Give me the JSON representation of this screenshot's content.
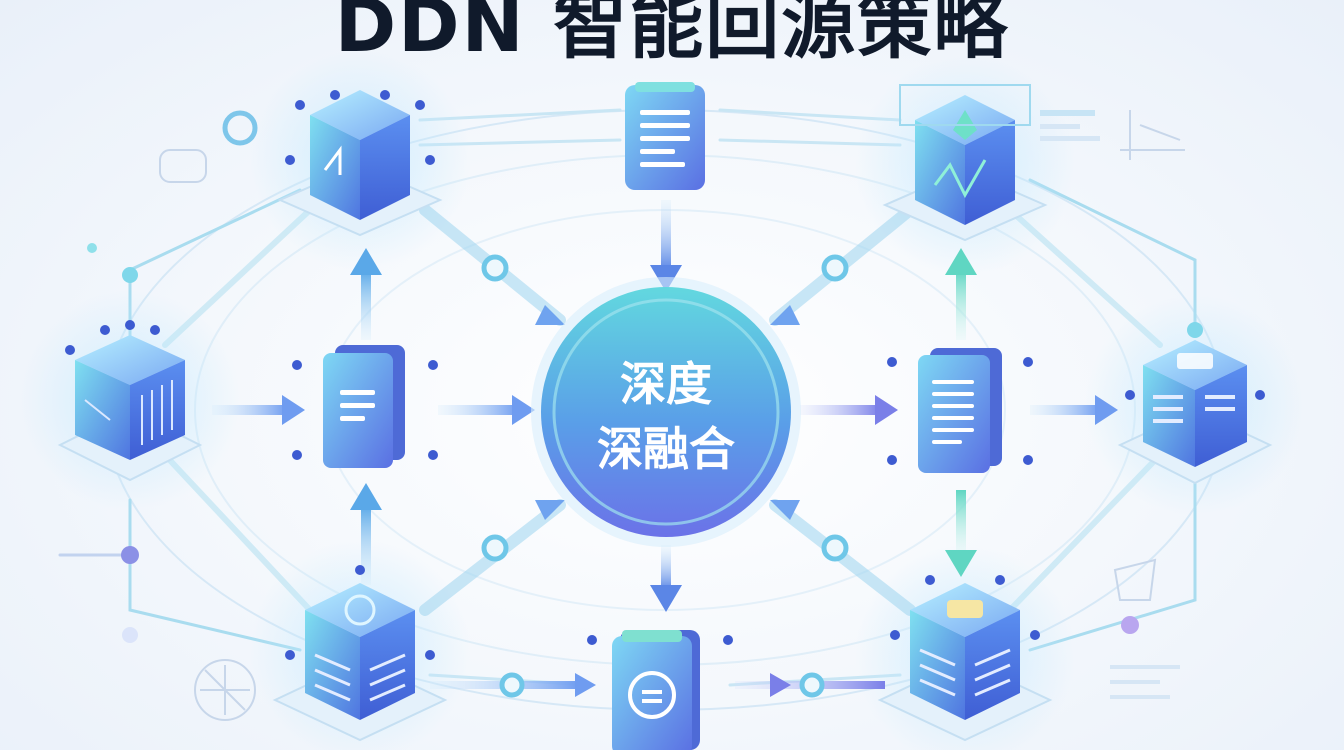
{
  "title": "DDN 智能回源策略",
  "center": {
    "line1": "深度",
    "line2": "深融合"
  },
  "colors": {
    "title": "#101a2b",
    "accent_cyan": "#4fd3d6",
    "accent_blue": "#5b7ee6",
    "accent_purple": "#8a7ae8",
    "line": "#9fd9ef"
  },
  "nodes": [
    {
      "id": "server-top-left",
      "icon": "server-cube-icon"
    },
    {
      "id": "document-top",
      "icon": "document-icon"
    },
    {
      "id": "chip-top-right",
      "icon": "chip-cube-icon"
    },
    {
      "id": "server-left",
      "icon": "rack-server-icon"
    },
    {
      "id": "document-left",
      "icon": "document-stack-icon"
    },
    {
      "id": "document-right",
      "icon": "document-stack-icon"
    },
    {
      "id": "server-right",
      "icon": "server-cube-icon"
    },
    {
      "id": "server-bottom-left",
      "icon": "server-cube-icon"
    },
    {
      "id": "device-bottom",
      "icon": "device-icon"
    },
    {
      "id": "server-bottom-right",
      "icon": "server-cube-icon"
    }
  ]
}
